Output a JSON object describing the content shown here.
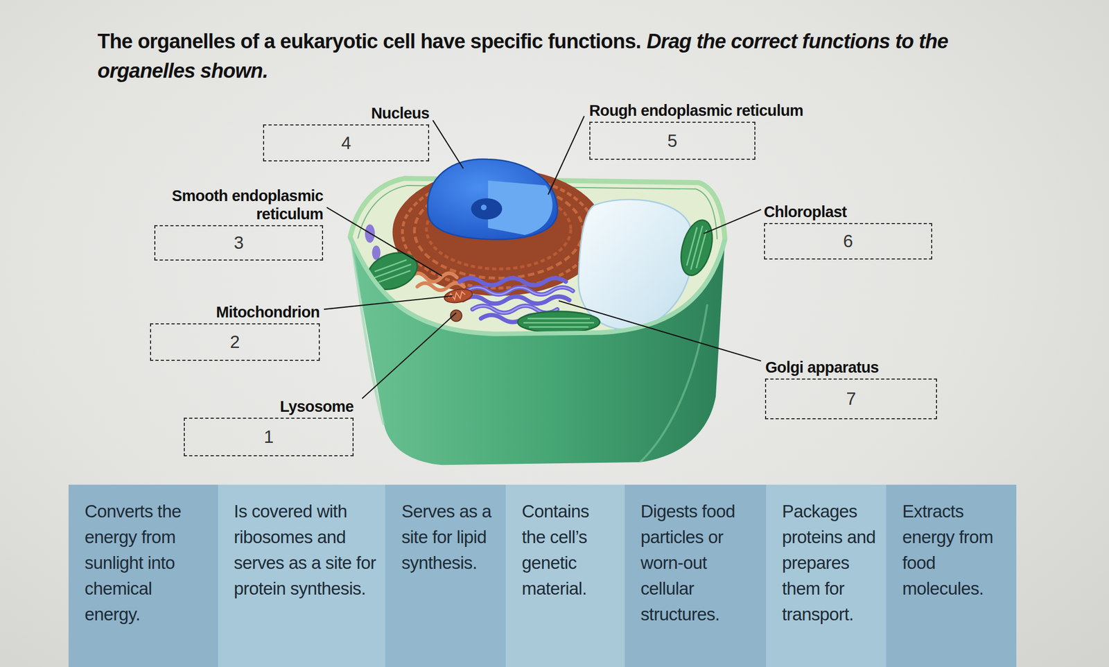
{
  "diagram": {
    "title": "The organelles of a eukaryotic cell have specific functions.",
    "nodes": [
      {
        "text": [
          "Nucleus",
          "4"
        ]
      },
      {
        "text": [
          "Rough endoplasmic reticulum",
          "5"
        ]
      },
      {
        "text": [
          "Smooth endoplasmic reticulum",
          "3"
        ]
      },
      {
        "text": [
          "Chloroplast",
          "6"
        ]
      },
      {
        "text": [
          "Mitochondrion",
          "2"
        ]
      },
      {
        "text": [
          "Golgi apparatus",
          "7"
        ]
      },
      {
        "text": [
          "Lysosome",
          "1"
        ]
      },
      {
        "text": [
          "Converts the energy from sunlight into chemical energy."
        ]
      },
      {
        "text": [
          "Is covered with ribosomes and serves as a site for protein synthesis."
        ]
      },
      {
        "text": [
          "Serves as a site for lipid synthesis."
        ]
      },
      {
        "text": [
          "Contains the cell’s genetic material."
        ]
      },
      {
        "text": [
          "Digests food particles or worn-out cellular structures."
        ]
      },
      {
        "text": [
          "Packages proteins and prepares them for transport."
        ]
      },
      {
        "text": [
          "Extracts energy from food molecules."
        ]
      }
    ],
    "labels": [
      "Drag the correct functions to the organelles shown."
    ]
  }
}
